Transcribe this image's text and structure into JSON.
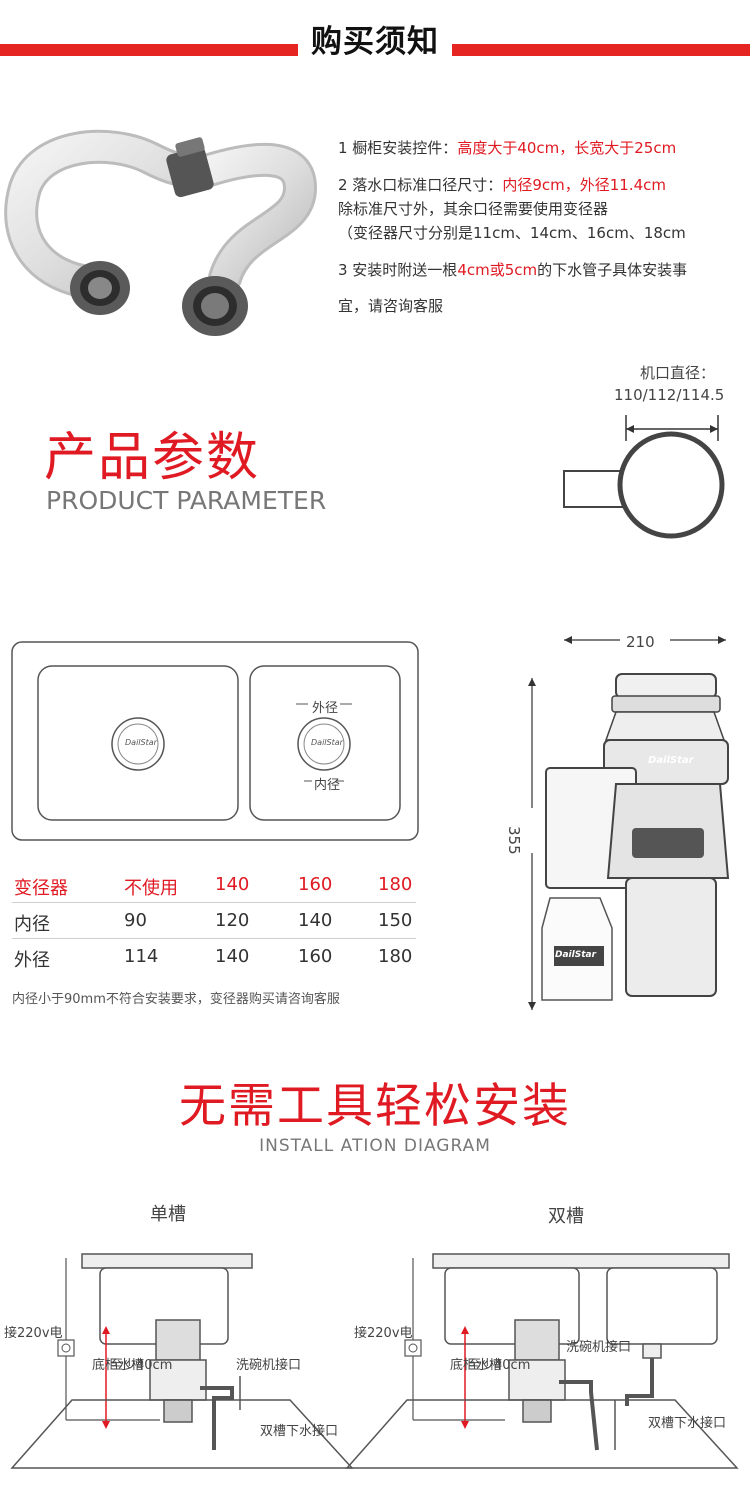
{
  "header": {
    "title": "购买须知"
  },
  "notes": {
    "line1_prefix": "1 橱柜安装控件：",
    "line1_red": "高度大于40cm，长宽大于25cm",
    "line2_prefix": "2 落水口标准口径尺寸：",
    "line2_red1": "内径9cm，",
    "line2_red2": "外径11.4cm",
    "line3": "除标准尺寸外，其余口径需要使用变径器",
    "line4": "（变径器尺寸分别是11cm、14cm、16cm、18cm",
    "line5_prefix": "3 安装时附送一根",
    "line5_red": "4cm或5cm",
    "line5_suffix": "的下水管子具体安装事",
    "line6": "宜，请咨询客服"
  },
  "product_parameter": {
    "title_cn": "产品参数",
    "title_en": "PRODUCT PARAMETER",
    "mouth_label": "机口直径：",
    "mouth_value": "110/112/114.5",
    "width_value": "210",
    "height_value": "355",
    "outer_label": "外径",
    "inner_label": "内径",
    "brand": "DailStar"
  },
  "spec_table": {
    "header": [
      "变径器",
      "不使用",
      "140",
      "160",
      "180"
    ],
    "rows": [
      [
        "内径",
        "90",
        "120",
        "140",
        "150"
      ],
      [
        "外径",
        "114",
        "140",
        "160",
        "180"
      ]
    ],
    "note": "内径小于90mm不符合安装要求，变径器购买请咨询客服"
  },
  "install": {
    "title_cn": "无需工具轻松安装",
    "title_en": "INSTALL ATION DIAGRAM",
    "single_label": "单槽",
    "double_label": "双槽",
    "power": "接220v电",
    "cabinet": "底柜水槽",
    "atleast": "至少40cm",
    "dishwasher": "洗碗机接口",
    "drain": "双槽下水接口"
  },
  "colors": {
    "accent": "#e01a22",
    "header_bar": "#e52521"
  }
}
